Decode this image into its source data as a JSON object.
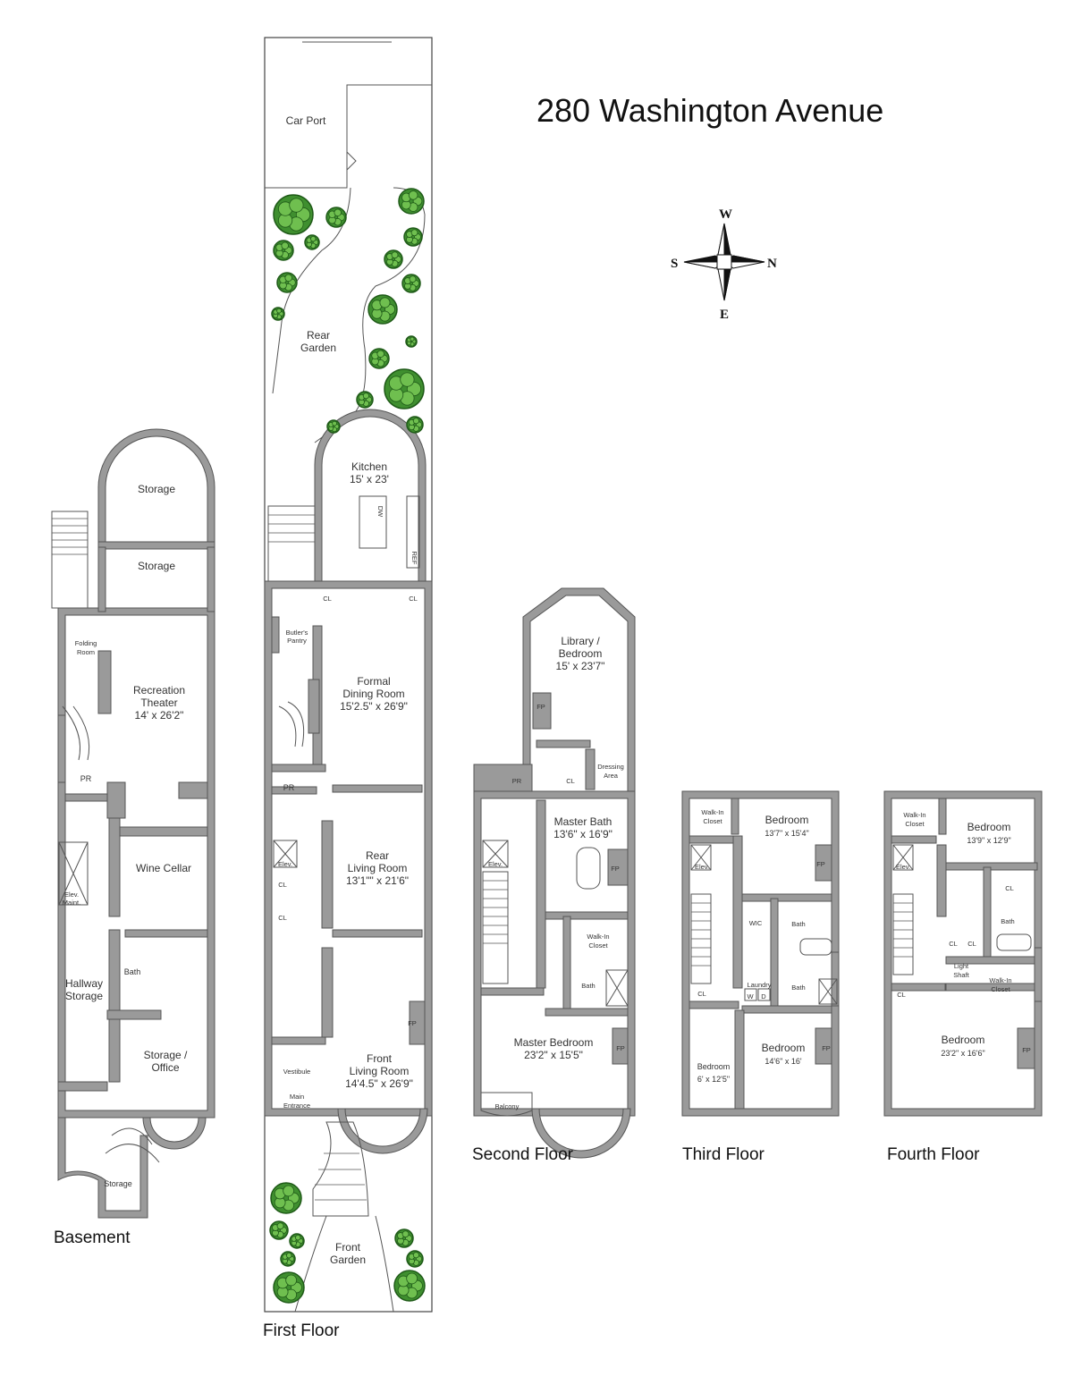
{
  "title": "280 Washington Avenue",
  "compass": {
    "north": "N",
    "south": "S",
    "east": "E",
    "west": "W"
  },
  "floors": {
    "basement": {
      "label": "Basement",
      "rooms": {
        "storage_top": "Storage",
        "storage_2": "Storage",
        "folding_room": [
          "Folding",
          "Room"
        ],
        "recreation_theater": [
          "Recreation",
          "Theater",
          "14' x 26'2\""
        ],
        "pr": "PR",
        "elev_maint": [
          "Elev.",
          "Maint."
        ],
        "wine_cellar": "Wine Cellar",
        "bath": "Bath",
        "hallway_storage": [
          "Hallway",
          "Storage"
        ],
        "storage_office": [
          "Storage /",
          "Office"
        ],
        "storage_bottom": "Storage"
      }
    },
    "first": {
      "label": "First Floor",
      "rooms": {
        "car_port": "Car Port",
        "rear_garden": [
          "Rear",
          "Garden"
        ],
        "kitchen": [
          "Kitchen",
          "15' x 23'"
        ],
        "dw": "DW",
        "ref": "REF",
        "cl_1": "CL",
        "cl_2": "CL",
        "butlers_pantry": [
          "Butler's",
          "Pantry"
        ],
        "formal_dining": [
          "Formal",
          "Dining Room",
          "15'2.5\" x 26'9\""
        ],
        "pr": "PR",
        "elev": "Elev.",
        "cl_3": "CL",
        "cl_4": "CL",
        "rear_living": [
          "Rear",
          "Living Room",
          "13'1\"\" x 21'6\""
        ],
        "fp": "FP",
        "vestibule": "Vestibule",
        "main_entrance": [
          "Main",
          "Entrance"
        ],
        "front_living": [
          "Front",
          "Living Room",
          "14'4.5\" x 26'9\""
        ],
        "front_garden": [
          "Front",
          "Garden"
        ]
      }
    },
    "second": {
      "label": "Second Floor",
      "rooms": {
        "library": [
          "Library /",
          "Bedroom",
          "15' x 23'7\""
        ],
        "fp_1": "FP",
        "pr": "PR",
        "cl": "CL",
        "dressing": [
          "Dressing",
          "Area"
        ],
        "elev": "Elev.",
        "master_bath": [
          "Master Bath",
          "13'6\" x 16'9\""
        ],
        "fp_2": "FP",
        "walk_in_closet": [
          "Walk-In",
          "Closet"
        ],
        "bath": "Bath",
        "master_bedroom": [
          "Master Bedroom",
          "23'2\" x 15'5\""
        ],
        "fp_3": "FP",
        "balcony": "Balcony"
      }
    },
    "third": {
      "label": "Third Floor",
      "rooms": {
        "walk_in_closet": [
          "Walk-In",
          "Closet"
        ],
        "bedroom_1": [
          "Bedroom",
          "13'7\" x 15'4\""
        ],
        "fp_1": "FP",
        "elev": "Elev.",
        "wic": "WIC",
        "bath_1": "Bath",
        "laundry": "Laundry",
        "w": "W",
        "d": "D",
        "bath_2": "Bath",
        "cl": "CL",
        "bedroom_2": [
          "Bedroom",
          "6' x 12'5\""
        ],
        "bedroom_3": [
          "Bedroom",
          "14'6\" x 16'"
        ],
        "fp_2": "FP"
      }
    },
    "fourth": {
      "label": "Fourth Floor",
      "rooms": {
        "walk_in_closet_1": [
          "Walk-In",
          "Closet"
        ],
        "bedroom_1": [
          "Bedroom",
          "13'9\" x 12'9\""
        ],
        "elev": "Elev.",
        "cl_1": "CL",
        "bath": "Bath",
        "cl_2": "CL",
        "cl_3": "CL",
        "light_shaft": [
          "Light",
          "Shaft"
        ],
        "walk_in_closet_2": [
          "Walk-In",
          "Closet"
        ],
        "cl_4": "CL",
        "bedroom_2": [
          "Bedroom",
          "23'2\" x 16'6\""
        ],
        "fp": "FP"
      }
    }
  },
  "colors": {
    "wall": "#9a9a9a",
    "tree": "#3f8f2f",
    "tree_dark": "#1f5a18"
  }
}
